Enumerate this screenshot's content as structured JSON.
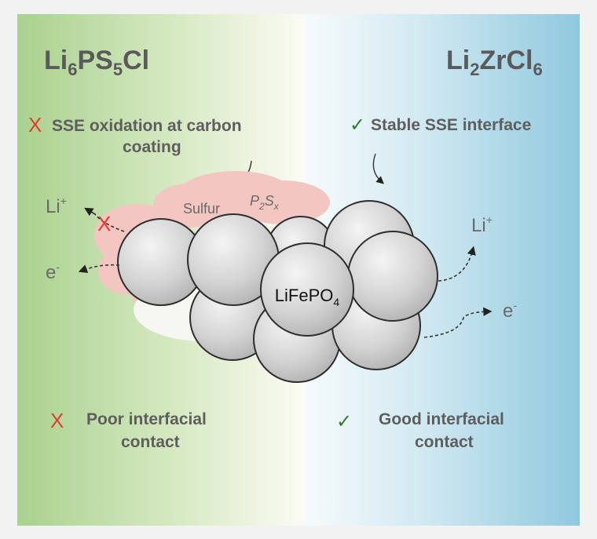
{
  "left": {
    "title": {
      "base": "Li",
      "s1": "6",
      "mid": "PS",
      "s2": "5",
      "end": "Cl"
    },
    "issue_top": [
      "SSE oxidation at carbon",
      "coating"
    ],
    "issue_bottom": [
      "Poor interfacial",
      "contact"
    ],
    "mark": "X",
    "li_ion": {
      "base": "Li",
      "sup": "+"
    },
    "electron": {
      "base": "e",
      "sup": "-"
    },
    "layer_sulfur": "Sulfur",
    "layer_p2sx": {
      "base": "P",
      "sub": "2",
      "mid": "S",
      "sub2": "x"
    }
  },
  "right": {
    "title": {
      "base": "Li",
      "s1": "2",
      "mid": "ZrCl",
      "s2": "6"
    },
    "benefit_top": [
      "Stable SSE interface"
    ],
    "benefit_bottom": [
      "Good interfacial",
      "contact"
    ],
    "mark": "✓",
    "li_ion": {
      "base": "Li",
      "sup": "+"
    },
    "electron": {
      "base": "e",
      "sup": "-"
    }
  },
  "center": {
    "base": "LiFePO",
    "sub": "4"
  },
  "colors": {
    "left_panel": "#a8d08d",
    "right_panel": "#8ec8df",
    "cross": "#e43b2f",
    "check": "#2e7d32",
    "sulfur_cloud": "#f3c6c2"
  }
}
